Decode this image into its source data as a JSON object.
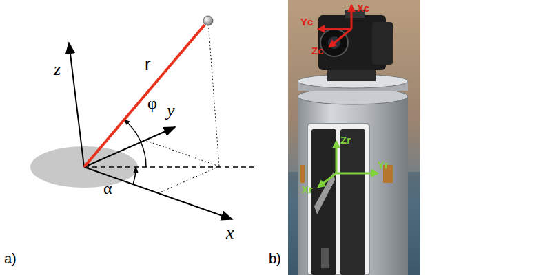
{
  "diagram": {
    "labels": [
      "a)",
      "z",
      "r",
      "φ",
      "y",
      "α",
      "x",
      "b)",
      "Xc",
      "Yc",
      "Zc",
      "Zr",
      "Xr",
      "Yr"
    ]
  }
}
